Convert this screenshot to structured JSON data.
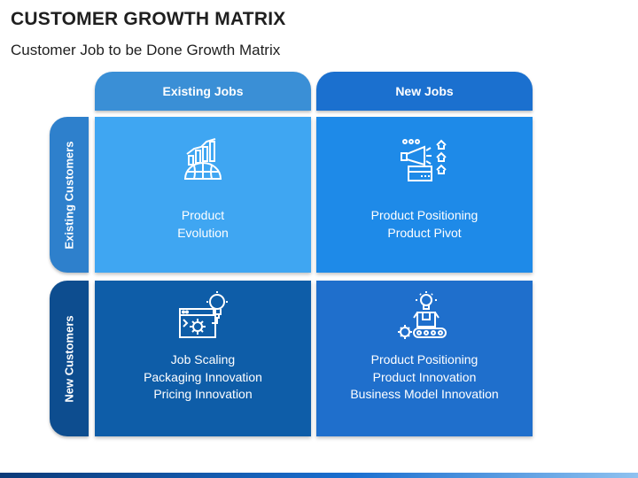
{
  "title": "CUSTOMER GROWTH MATRIX",
  "subtitle": "Customer Job to be Done Growth Matrix",
  "columns": [
    "Existing Jobs",
    "New Jobs"
  ],
  "rows": [
    "Existing Customers",
    "New Customers"
  ],
  "cells": {
    "top_left": {
      "icon": "growth-globe-icon",
      "lines": [
        "Product",
        "Evolution"
      ]
    },
    "top_right": {
      "icon": "megaphone-box-icon",
      "lines": [
        "Product Positioning",
        "Product Pivot"
      ]
    },
    "bottom_left": {
      "icon": "lightbulb-gear-window-icon",
      "lines": [
        "Job Scaling",
        "Packaging Innovation",
        "Pricing Innovation"
      ]
    },
    "bottom_right": {
      "icon": "lightbulb-box-conveyor-icon",
      "lines": [
        "Product Positioning",
        "Product Innovation",
        "Business Model Innovation"
      ]
    }
  },
  "colors": {
    "header_existing_jobs": "#3a8fd6",
    "header_new_jobs": "#1b70cf",
    "cell_top_left": "#3fa6f2",
    "cell_top_right": "#1e8ae8",
    "cell_bottom_left": "#0e5da8",
    "cell_bottom_right": "#1f6fcc"
  }
}
